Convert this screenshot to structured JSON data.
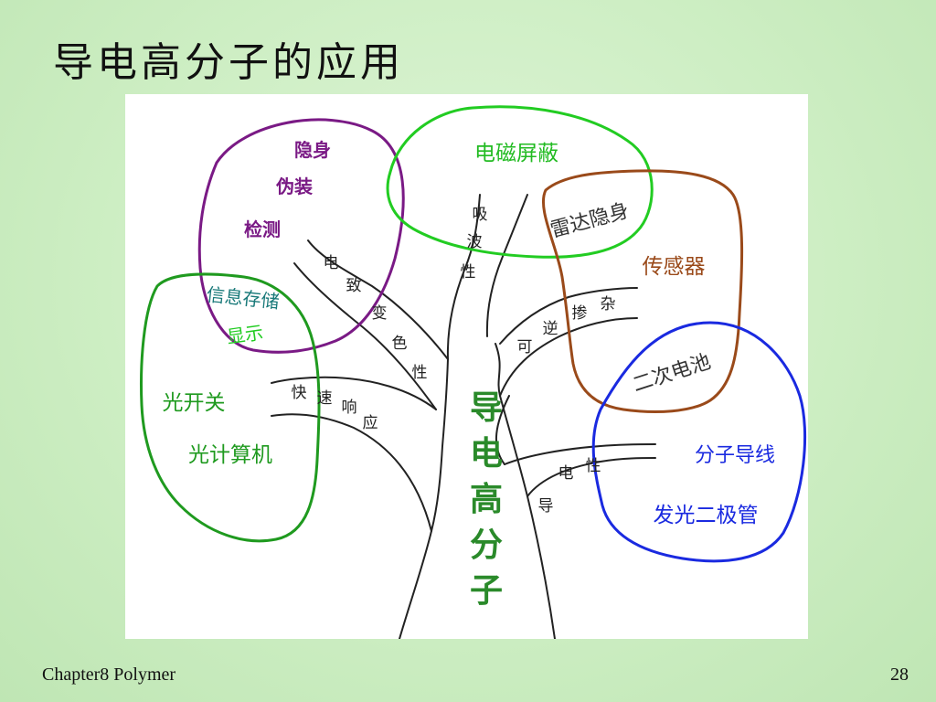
{
  "slide": {
    "title": "导电高分子的应用",
    "footer_left": "Chapter8 Polymer",
    "page_number": "28"
  },
  "colors": {
    "background": "#cdeec3",
    "purple": "#7a1a85",
    "green_bright": "#22cc22",
    "brown": "#9a4a1a",
    "blue": "#1a2ae0",
    "dark_green": "#1f9a1f",
    "trunk_green": "#2a8a2a",
    "branch_text": "#222222"
  },
  "diagram": {
    "trunk": [
      "导",
      "电",
      "高",
      "分",
      "子"
    ],
    "branches": {
      "electrochromic": [
        "电",
        "致",
        "变",
        "色",
        "性"
      ],
      "absorb": [
        "吸",
        "波",
        "性"
      ],
      "reversible": [
        "可",
        "逆",
        "掺",
        "杂"
      ],
      "fast": [
        "快",
        "速",
        "响",
        "应"
      ],
      "conductive": [
        "导",
        "电",
        "性"
      ]
    },
    "clusters": {
      "purple": [
        "隐身",
        "伪装",
        "检测"
      ],
      "green_top": [
        "电磁屏蔽"
      ],
      "brown": [
        "雷达隐身",
        "传感器"
      ],
      "green_left": [
        "信息存储",
        "显示",
        "光开关",
        "光计算机"
      ],
      "blue": [
        "二次电池",
        "分子导线",
        "发光二极管"
      ]
    }
  }
}
